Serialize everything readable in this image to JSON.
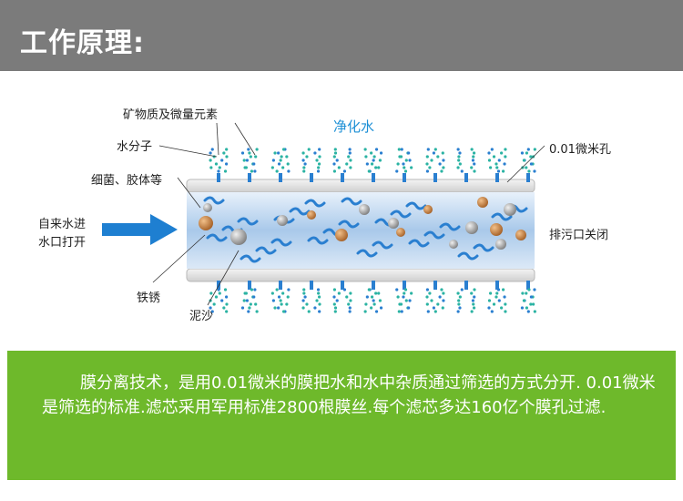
{
  "header": {
    "title": "工作原理:"
  },
  "diagram": {
    "center_label": "净化水",
    "labels": {
      "minerals": "矿物质及微量元素",
      "water_molecule": "水分子",
      "bacteria_colloid": "细菌、胶体等",
      "inlet": [
        "自来水进",
        "水口打开"
      ],
      "rust": "铁锈",
      "sediment": "泥沙",
      "pore": "0.01微米孔",
      "drain_closed": "排污口关闭"
    },
    "colors": {
      "tube": "#a9c9ea",
      "arrow": "#1e7fd1",
      "particle_brown": "#c07a3a",
      "particle_gray": "#9a9a9a",
      "dots": "#2bb3a3"
    }
  },
  "panel": {
    "text": "膜分离技术，是用0.01微米的膜把水和水中杂质通过筛选的方式分开. 0.01微米是筛选的标准.滤芯采用军用标准2800根膜丝.每个滤芯多达160亿个膜孔过滤."
  }
}
